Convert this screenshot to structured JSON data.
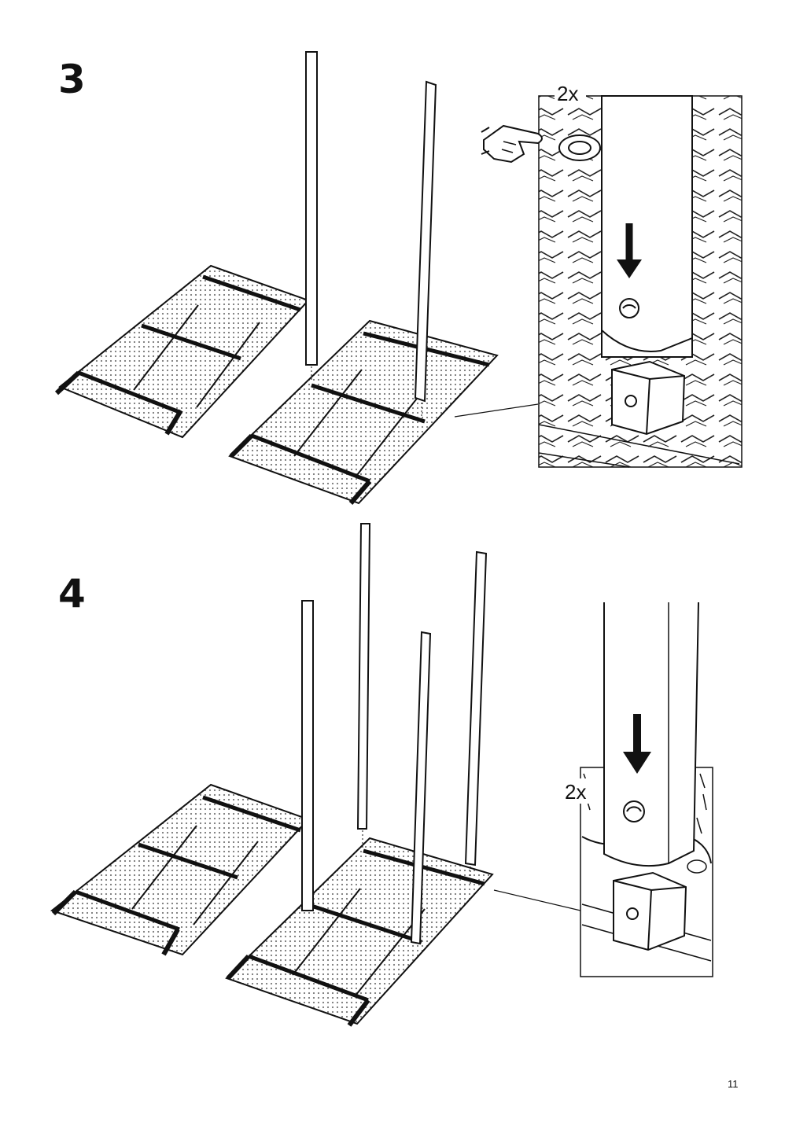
{
  "steps": [
    {
      "number": "3",
      "quantity": "2x"
    },
    {
      "number": "4",
      "quantity": "2x"
    }
  ],
  "page_number": "11",
  "illustrations": {
    "step3_main": "shelf-frames-with-two-posts",
    "step3_detail": "post-into-corner-connector-with-pressing-hand",
    "step4_main": "shelf-frames-with-four-posts",
    "step4_detail": "post-into-corner-connector"
  }
}
